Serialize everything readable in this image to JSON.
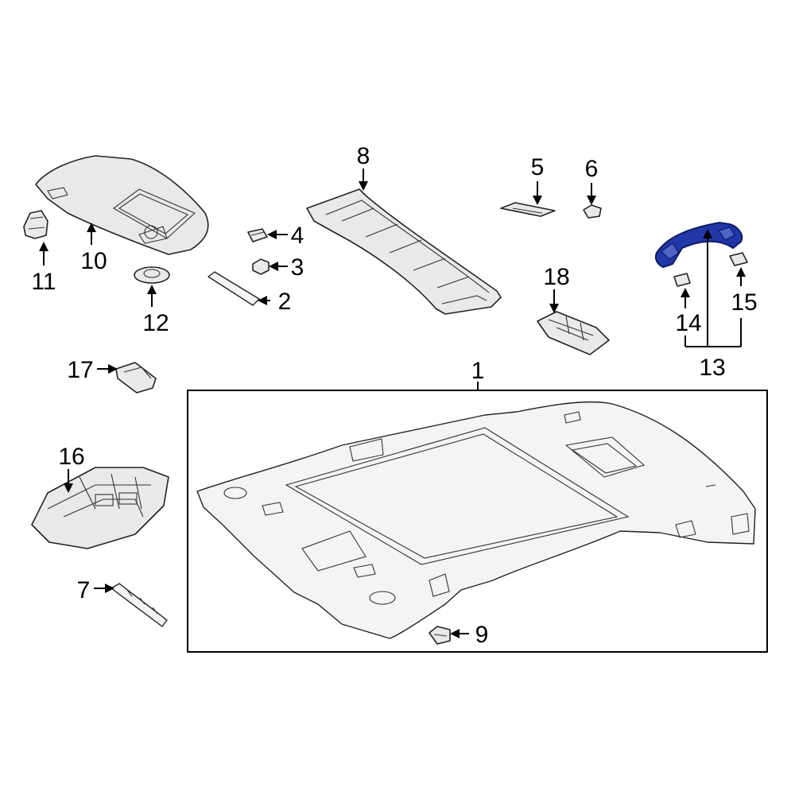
{
  "callouts": {
    "c1": "1",
    "c2": "2",
    "c3": "3",
    "c4": "4",
    "c5": "5",
    "c6": "6",
    "c7": "7",
    "c8": "8",
    "c9": "9",
    "c10": "10",
    "c11": "11",
    "c12": "12",
    "c13": "13",
    "c14": "14",
    "c15": "15",
    "c16": "16",
    "c17": "17",
    "c18": "18"
  },
  "colors": {
    "highlight": "#2137a8",
    "line": "#000000",
    "part_fill": "#e9e9e9"
  },
  "highlighted_part": "13"
}
